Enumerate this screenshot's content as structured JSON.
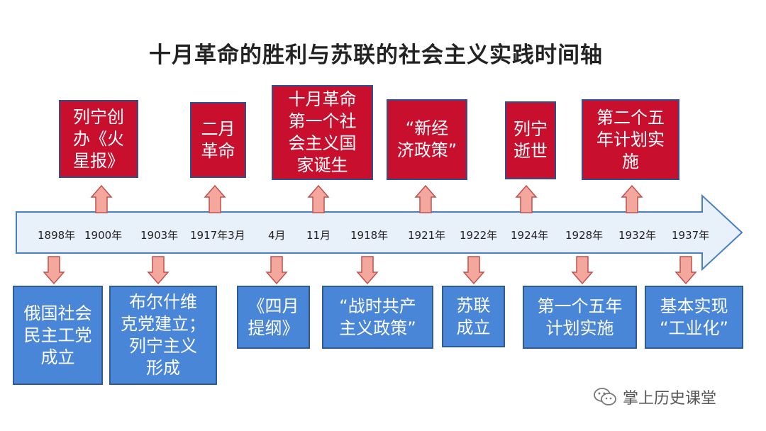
{
  "title": "十月革命的胜利与苏联的社会主义实践时间轴",
  "dates": [
    "1898年",
    "1900年",
    "1903年",
    "1917年3月",
    "4月",
    "11月",
    "1918年",
    "1921年",
    "1922年",
    "1924年",
    "1928年",
    "1932年",
    "1937年"
  ],
  "events_above": [
    {
      "text": "列宁创\n办《火\n星报》"
    },
    {
      "text": "二月\n革命"
    },
    {
      "text": "十月革命\n第一个社\n会主义国\n家诞生"
    },
    {
      "text": "“新经\n济政策”"
    },
    {
      "text": "列宁\n逝世"
    },
    {
      "text": "第二个五\n年计划实\n施"
    }
  ],
  "events_below": [
    {
      "text": "俄国社会\n民主工党\n成立"
    },
    {
      "text": "布尔什维\n克党建立；\n列宁主义\n形成"
    },
    {
      "text": "《四月\n提纲》"
    },
    {
      "text": "“战时共产\n主义政策”"
    },
    {
      "text": "苏联\n成立"
    },
    {
      "text": "第一个五年\n计划实施"
    },
    {
      "text": "基本实现\n“工业化”"
    }
  ],
  "watermark": {
    "text": "掌上历史课堂",
    "icon": "wechat-icon"
  },
  "colors": {
    "above": "#c8102e",
    "below": "#4a86d8",
    "arrow": "#f4a79d",
    "timeline": "#e8f0fa"
  }
}
